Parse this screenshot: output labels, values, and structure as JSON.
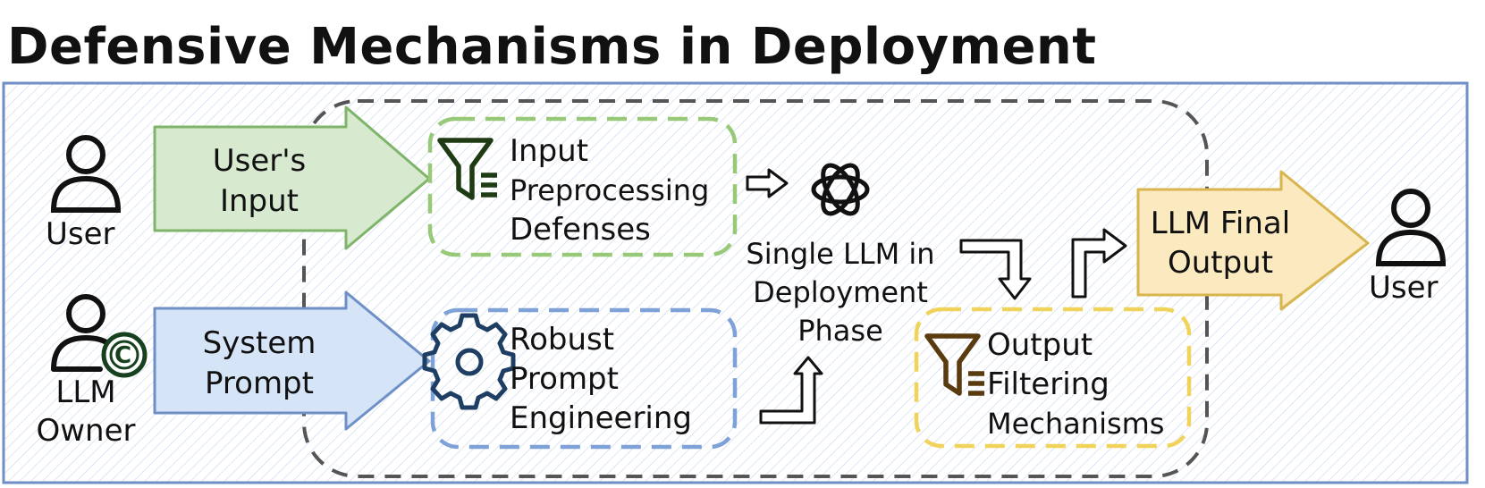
{
  "title": "Defensive Mechanisms in Deployment",
  "actors": {
    "user_left": "User",
    "owner_line1": "LLM",
    "owner_line2": "Owner",
    "owner_badge": "C",
    "user_right": "User"
  },
  "arrows": {
    "user_input_line1": "User's",
    "user_input_line2": "Input",
    "system_prompt_line1": "System",
    "system_prompt_line2": "Prompt",
    "final_output_line1": "LLM Final",
    "final_output_line2": "Output"
  },
  "defenses": {
    "input_line1": "Input",
    "input_line2": "Preprocessing",
    "input_line3": "Defenses",
    "prompt_line1": "Robust",
    "prompt_line2": "Prompt",
    "prompt_line3": "Engineering",
    "output_line1": "Output",
    "output_line2": "Filtering",
    "output_line3": "Mechanisms"
  },
  "llm": {
    "line1": "Single LLM in",
    "line2": "Deployment",
    "line3": "Phase"
  },
  "colors": {
    "frame": "#6f8fc7",
    "green_fill": "#d7ead0",
    "green_stroke": "#7fb56b",
    "blue_fill": "#d6e4f7",
    "blue_stroke": "#6f8fc7",
    "yellow_fill": "#fbeac0",
    "yellow_stroke": "#d8b54e",
    "dash_gray": "#555555",
    "dash_green": "#97c979",
    "dash_blue": "#7ea1d8",
    "dash_yellow": "#f0d35a",
    "icon_green": "#1f3b14",
    "icon_blue": "#1f3e63",
    "icon_brown": "#5a3b10"
  },
  "icons": [
    "user-icon",
    "owner-icon",
    "copyright-icon",
    "filter-icon",
    "gear-icon",
    "openai-logo-icon",
    "hollow-arrow-icon"
  ]
}
